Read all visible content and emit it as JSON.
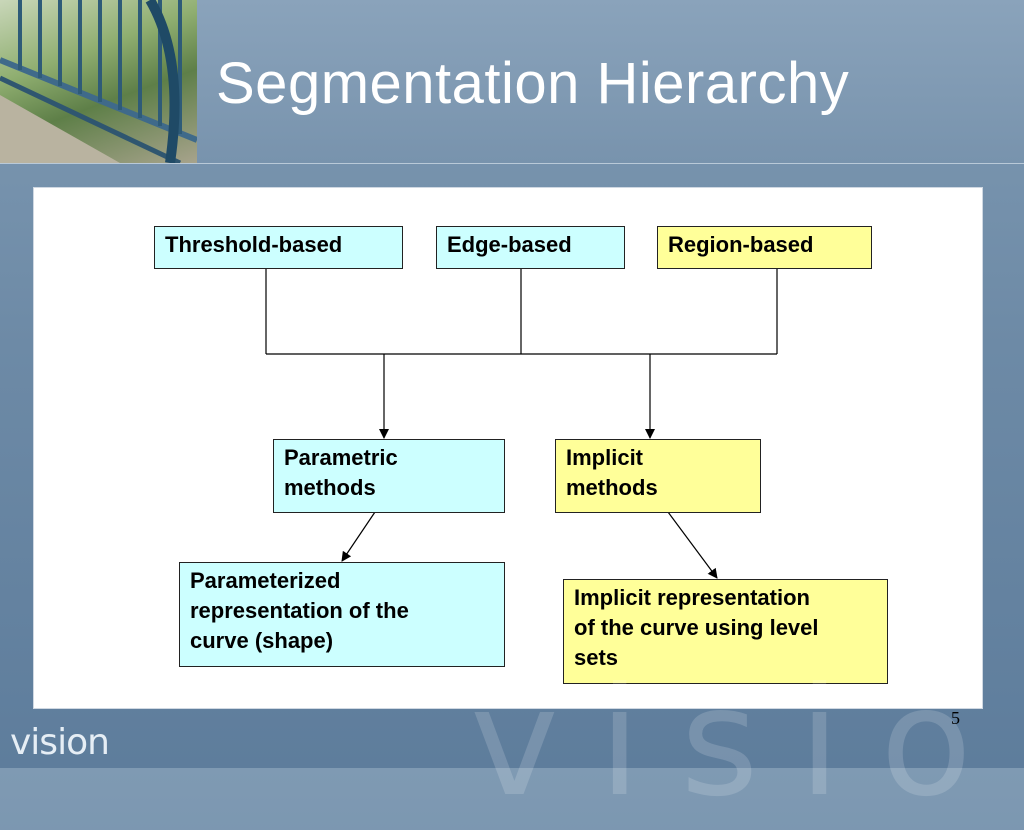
{
  "title": "Segmentation Hierarchy",
  "boxes": {
    "threshold": "Threshold-based",
    "edge": "Edge-based",
    "region": "Region-based",
    "parametric": "Parametric\nmethods",
    "implicit": "Implicit\nmethods",
    "parameterized": "Parameterized\nrepresentation of the\ncurve (shape)",
    "implicit_rep": "Implicit representation\nof the curve using level\nsets"
  },
  "footer": {
    "logo_text": "vision",
    "watermark": "vision",
    "page_number": "5"
  },
  "colors": {
    "cyan_box": "#ccffff",
    "yellow_box": "#ffff99",
    "background": "#6d8aa6"
  }
}
